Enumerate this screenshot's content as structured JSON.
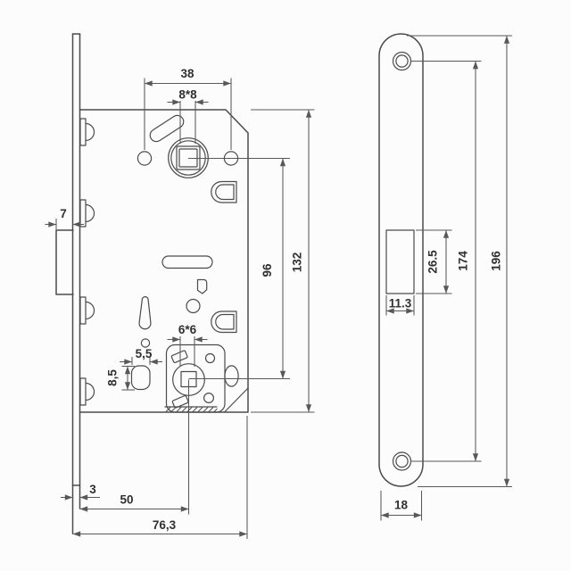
{
  "style": {
    "background": "#fcfcfc",
    "line_color": "#4b4b4b",
    "dim_line_color": "#585858",
    "text_color": "#303030"
  },
  "views": {
    "edge": {
      "latch_protrusion": "7",
      "faceplate_thickness": "3"
    },
    "front": {
      "handle_holes_spacing": "38",
      "spindle_square": "8*8",
      "spindle_to_key_distance": "96",
      "body_height": "132",
      "key_square": "6*6",
      "small_hole_width": "5,5",
      "small_hole_height": "8,5",
      "backset": "50",
      "overall_depth": "76,3"
    },
    "strike": {
      "cutout_width": "11.3",
      "cutout_height": "26.5",
      "screw_holes_spacing": "174",
      "plate_height": "196",
      "plate_width": "18"
    }
  }
}
